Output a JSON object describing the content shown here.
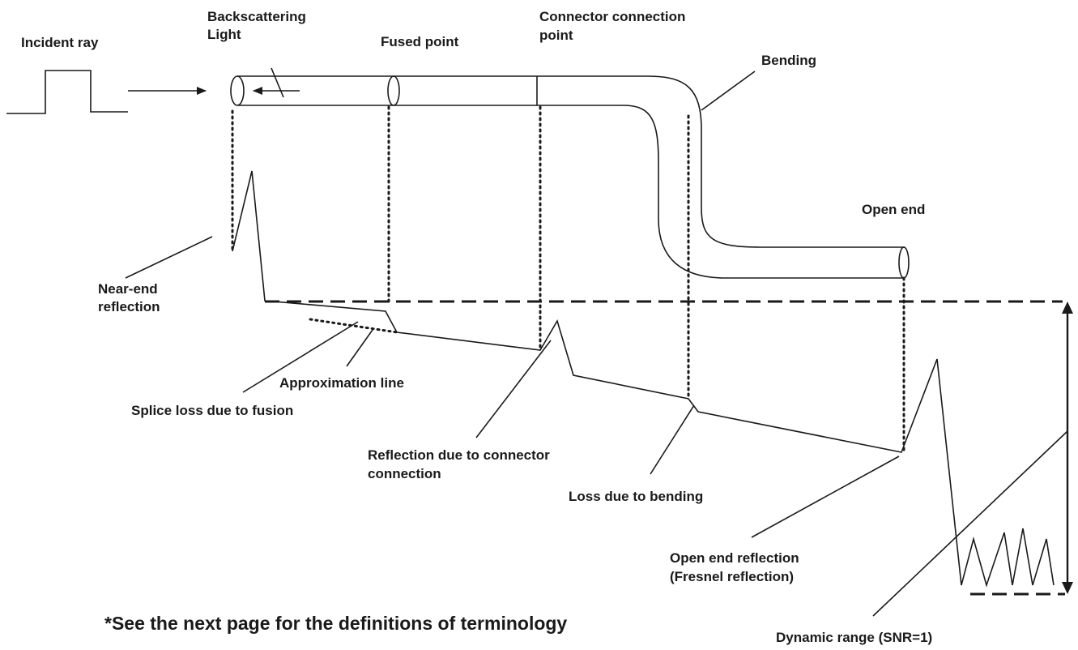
{
  "labels": {
    "incident_ray": "Incident ray",
    "backscattering_1": "Backscattering",
    "backscattering_2": "Light",
    "fused_point": "Fused point",
    "connector_1": "Connector connection",
    "connector_2": "point",
    "bending": "Bending",
    "open_end": "Open end",
    "near_end_1": "Near-end",
    "near_end_2": "reflection",
    "approximation_line": "Approximation line",
    "splice_loss": "Splice loss due to fusion",
    "reflection_connector_1": "Reflection due to connector",
    "reflection_connector_2": "connection",
    "loss_bending": "Loss due to bending",
    "open_end_reflection_1": "Open end reflection",
    "open_end_reflection_2": "(Fresnel reflection)",
    "dynamic_range": "Dynamic range (SNR=1)"
  },
  "footnote": "*See the next page for the definitions of terminology"
}
